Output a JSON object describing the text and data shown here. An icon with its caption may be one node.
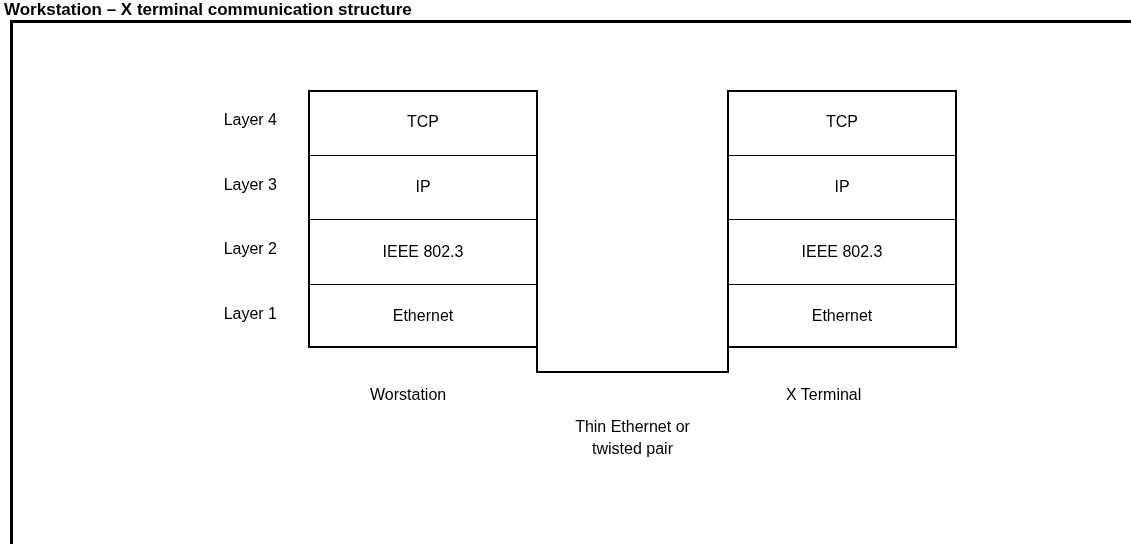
{
  "diagram": {
    "title": "Workstation – X terminal communication structure",
    "nodes": [
      {
        "text": [
          "Worstation"
        ]
      },
      {
        "text": [
          "TCP"
        ],
        "in": 0
      },
      {
        "text": [
          "IP"
        ],
        "in": 0
      },
      {
        "text": [
          "IEEE 802.3"
        ],
        "in": 0
      },
      {
        "text": [
          "Ethernet"
        ],
        "in": 0
      },
      {
        "text": [
          "X Terminal"
        ]
      },
      {
        "text": [
          "TCP"
        ],
        "in": 5
      },
      {
        "text": [
          "IP"
        ],
        "in": 5
      },
      {
        "text": [
          "IEEE 802.3"
        ],
        "in": 5
      },
      {
        "text": [
          "Ethernet"
        ],
        "in": 5
      }
    ],
    "edges": [
      {
        "from": 4,
        "to": 9,
        "arrow": "none",
        "label": "Thin Ethernet or twisted pair"
      }
    ],
    "labels": [
      "Layer 4",
      "Layer 3",
      "Layer 2",
      "Layer 1"
    ]
  }
}
